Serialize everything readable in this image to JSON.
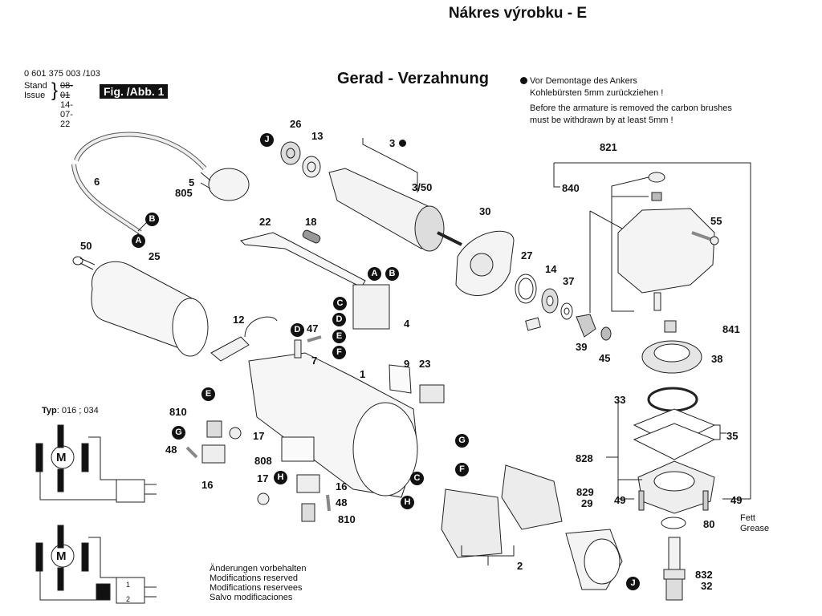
{
  "page_title": "Nákres výrobku - E",
  "header": {
    "doc_number": "0 601 375 003 /103",
    "stand_label": "Stand",
    "issue_label": "Issue",
    "stand_value": "08-01",
    "issue_value": "14-07-22",
    "figure_badge": "Fig. /Abb. 1"
  },
  "heading": "Gerad - Verzahnung",
  "note": {
    "de_line1": "Vor Demontage des Ankers",
    "de_line2": "Kohlebürsten 5mm zurückziehen !",
    "en_line1": "Before the armature is removed the carbon brushes",
    "en_line2": "must be withdrawn by at least 5mm !"
  },
  "wiring": {
    "type_label": "Typ",
    "type_value": ": 016 ; 034",
    "motor_symbol": "M",
    "switch_terminals": [
      "1",
      "2"
    ]
  },
  "disclaimer": [
    "Änderungen vorbehalten",
    "Modifications reserved",
    "Modifications reservees",
    "Salvo modificaciones"
  ],
  "grease_note": [
    "Fett",
    "Grease"
  ],
  "part_labels": {
    "p26": "26",
    "p13": "13",
    "p3": "3",
    "p3_50": "3/50",
    "p6": "6",
    "p5": "5",
    "p805": "805",
    "p50": "50",
    "p25": "25",
    "p22": "22",
    "p18": "18",
    "p4": "4",
    "p47": "47",
    "p12": "12",
    "p7": "7",
    "p1": "1",
    "p9": "9",
    "p23": "23",
    "p810a": "810",
    "p17a": "17",
    "p48a": "48",
    "p808": "808",
    "p16a": "16",
    "p17b": "17",
    "p16b": "16",
    "p48b": "48",
    "p810b": "810",
    "p30": "30",
    "p27": "27",
    "p14": "14",
    "p37": "37",
    "p39": "39",
    "p45": "45",
    "p821": "821",
    "p840": "840",
    "p55": "55",
    "p841": "841",
    "p38": "38",
    "p33": "33",
    "p35": "35",
    "p828": "828",
    "p49a": "49",
    "p49b": "49",
    "p829": "829",
    "p29": "29",
    "p80": "80",
    "p832": "832",
    "p32": "32",
    "p2": "2"
  },
  "callouts": {
    "J1": "J",
    "B1": "B",
    "A1": "A",
    "A2": "A",
    "B2": "B",
    "C1": "C",
    "D1": "D",
    "E1": "E",
    "F1": "F",
    "D2": "D",
    "E2": "E",
    "G1": "G",
    "H1": "H",
    "G2": "G",
    "F2": "F",
    "C2": "C",
    "H2": "H",
    "J2": "J"
  }
}
